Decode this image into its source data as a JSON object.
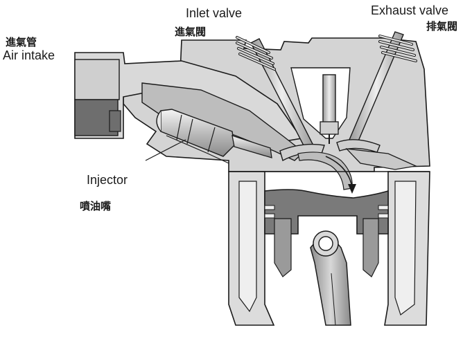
{
  "labels": {
    "air_intake_zh": "進氣管",
    "air_intake_en": "Air intake",
    "inlet_valve_en": "Inlet valve",
    "inlet_valve_zh": "進氣閥",
    "exhaust_valve_en": "Exhaust valve",
    "exhaust_valve_zh": "排氣閥",
    "injector_en": "Injector",
    "injector_zh": "噴油嘴"
  },
  "colors": {
    "outline": "#1a1a1a",
    "head_fill": "#d4d4d4",
    "port_fill": "#bdbdbd",
    "piston_fill": "#7a7a7a",
    "block_fill": "#dcdcdc",
    "dark_fill": "#6e6e6e",
    "light_fill": "#efefef"
  }
}
